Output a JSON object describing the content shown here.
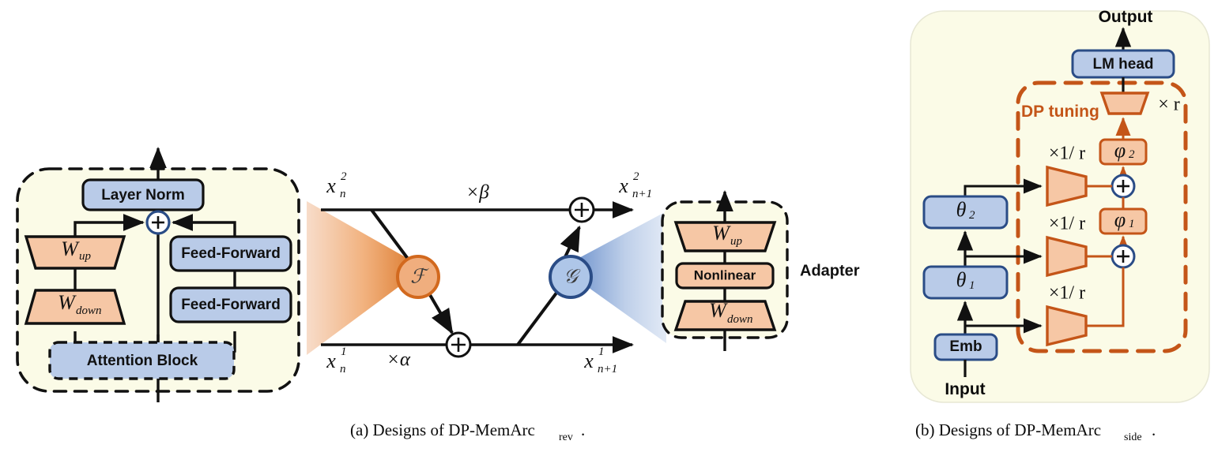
{
  "figure": {
    "panels": [
      {
        "id": "a",
        "caption_prefix": "(a) Designs of DP-MemArc",
        "caption_sub": "rev",
        "caption_suffix": "."
      },
      {
        "id": "b",
        "caption_prefix": "(b) Designs of DP-MemArc",
        "caption_sub": "side",
        "caption_suffix": "."
      }
    ]
  },
  "colors": {
    "panel_bg": "#fbfbe7",
    "blue_fill": "#b9cbe8",
    "blue_border": "#2a4c86",
    "orange_fill": "#f6c7a5",
    "orange_border": "#111111",
    "orange_accent": "#c45518",
    "orange_circle_fill": "#f0ae7e",
    "orange_circle_border": "#d2691e",
    "blue_circle_fill": "#aec6e8",
    "blue_circle_border": "#2a4c86",
    "line": "#111111",
    "text": "#111111"
  },
  "panel_a": {
    "transformer_block": {
      "layer_norm": "Layer Norm",
      "feed_forward_1": "Feed-Forward",
      "feed_forward_2": "Feed-Forward",
      "attention_block": "Attention Block",
      "w_up": "W",
      "w_up_sub": "up",
      "w_down": "W",
      "w_down_sub": "down",
      "add_symbol": "+"
    },
    "streams": {
      "in_top_base": "x",
      "in_top_sup": "2",
      "in_top_sub": "n",
      "in_bottom_base": "x",
      "in_bottom_sup": "1",
      "in_bottom_sub": "n",
      "out_top_base": "x",
      "out_top_sup": "2",
      "out_top_sub": "n+1",
      "out_bottom_base": "x",
      "out_bottom_sup": "1",
      "out_bottom_sub": "n+1",
      "scale_top": "×β",
      "scale_bottom": "×α",
      "function_f": "ℱ",
      "function_g": "𝒢",
      "add_top": "+",
      "add_bottom": "+"
    },
    "adapter": {
      "title": "Adapter",
      "w_up": "W",
      "w_up_sub": "up",
      "nonlinear": "Nonlinear",
      "w_down": "W",
      "w_down_sub": "down"
    }
  },
  "panel_b": {
    "output_label": "Output",
    "input_label": "Input",
    "lm_head": "LM head",
    "emb": "Emb",
    "theta_2": "θ",
    "theta_2_sub": "2",
    "theta_1": "θ",
    "theta_1_sub": "1",
    "dp_tuning_label": "DP tuning",
    "times_r": "× r",
    "scale_1": "×1/ r",
    "scale_2": "×1/ r",
    "scale_3": "×1/ r",
    "phi_2": "φ",
    "phi_2_sub": "2",
    "phi_1": "φ",
    "phi_1_sub": "1",
    "add_upper": "+",
    "add_lower": "+"
  }
}
